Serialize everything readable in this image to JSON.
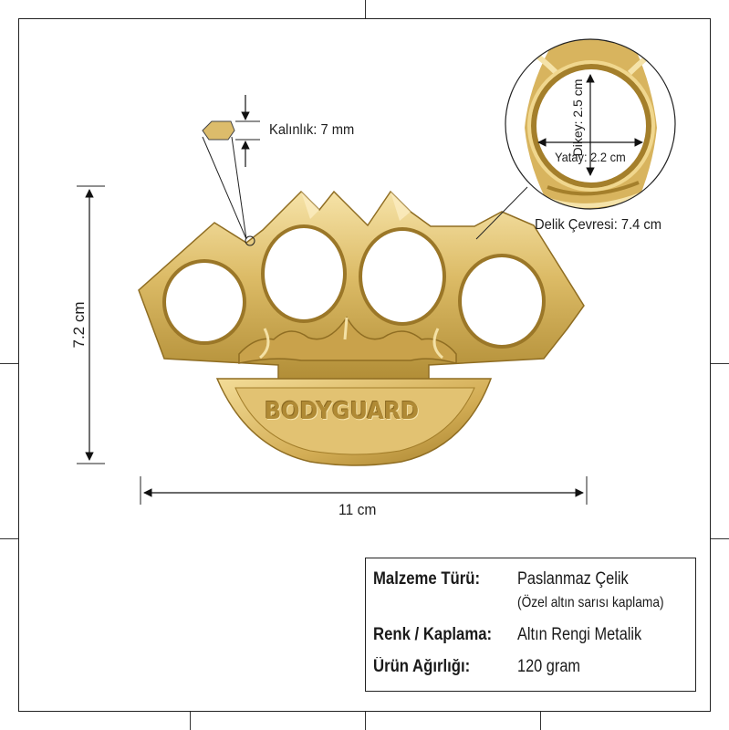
{
  "dimensions": {
    "thickness": "Kalınlık: 7 mm",
    "height": "7.2 cm",
    "width": "11 cm",
    "hole_vertical": "Dikey: 2.5 cm",
    "hole_horizontal": "Yatay: 2.2 cm",
    "hole_circumference": "Delik Çevresi: 7.4 cm"
  },
  "product": {
    "engraving": "BODYGUARD"
  },
  "specs": {
    "material_key": "Malzeme Türü:",
    "material_value": "Paslanmaz Çelik",
    "material_note": "(Özel altın sarısı kaplama)",
    "finish_key": "Renk / Kaplama:",
    "finish_value": "Altın Rengi Metalik",
    "weight_key": "Ürün Ağırlığı:",
    "weight_value": "120 gram"
  },
  "colors": {
    "gold_light": "#f3dea0",
    "gold_mid": "#d9b661",
    "gold_dark": "#a9852f",
    "line": "#1a1a1a"
  }
}
